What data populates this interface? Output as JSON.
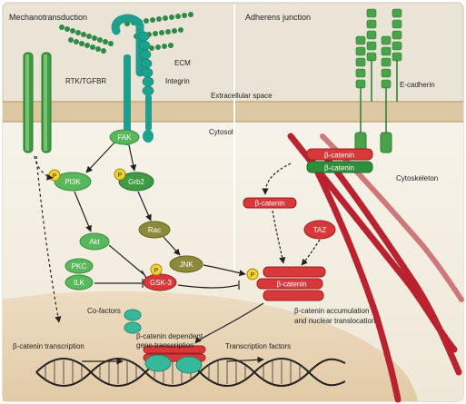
{
  "panels": {
    "left_title": "Mechanotransduction",
    "right_title": "Adherens junction"
  },
  "compartments": {
    "extracellular": "Extracellular space",
    "cytosol": "Cytosol"
  },
  "labels": {
    "rtk": "RTK/TGFBR",
    "ecm": "ECM",
    "integrin": "Integrin",
    "ecadherin": "E-cadherin",
    "cytoskeleton": "Cytoskeleton",
    "cofactors": "Co-factors",
    "bcat_transcription": "β-catenin transcription",
    "bcat_dependent_1": "β-catenin dependent",
    "bcat_dependent_2": "gene transcription",
    "tfs": "Transcription factors",
    "accum_1": "β-catenin accumulation",
    "accum_2": "and nuclear translocation"
  },
  "nodes": {
    "fak": "FAK",
    "pi3k": "PI3K",
    "grb2": "Grb2",
    "akt": "Akt",
    "rac": "Rac",
    "pkc": "PKC",
    "ilk": "ILK",
    "jnk": "JNK",
    "gsk3": "GSK-3",
    "taz": "TAZ",
    "bcat": "β-catenin",
    "p": "P"
  },
  "colors": {
    "membrane_green": "#3e9b3e",
    "membrane_light": "#8fd18f",
    "ecm_green": "#2f8a47",
    "integrin_teal": "#1f9e8e",
    "cadherin_green": "#4aa24a",
    "bcat_red": "#d8383a",
    "actin_red": "#b8232f",
    "node_green": "#59b85c",
    "rac_olive": "#8a8a3a",
    "phos_yellow": "#f2d332",
    "nucleus": "#ead8bd",
    "cytosol_bg": "#f3eee2",
    "extracell_bg": "#ece7d8",
    "membrane_band": "#d9c39a"
  }
}
